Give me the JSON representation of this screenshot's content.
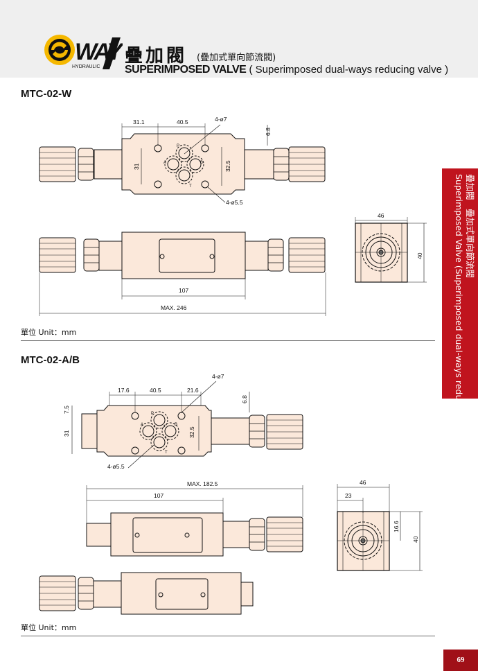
{
  "header": {
    "logo_text": "WAY",
    "logo_sub": "HYDRAULIC",
    "title_zh": "疊加閥",
    "subtitle_zh": "(疊加式單向節流閥)",
    "title_en_bold": "SUPERIMPOSED VALVE",
    "title_en_sub": "( Superimposed dual-ways reducing valve )"
  },
  "side_tab": {
    "line1": "疊加閥　疊加式單向節流閥",
    "line2": "Superimposed Valve (Superimposed dual-ways reducing valve)"
  },
  "section1": {
    "model": "MTC-02-W",
    "dims": {
      "d31_1": "31.1",
      "d40_5": "40.5",
      "hole7": "4-ø7",
      "d6_8": "6.8",
      "d31": "31",
      "d32_5": "32.5",
      "hole5_5": "4-ø5.5",
      "d107": "107",
      "max": "MAX. 246",
      "d46": "46",
      "d40": "40"
    },
    "ports": {
      "p": "P",
      "a": "A",
      "b": "B",
      "t": "T"
    },
    "unit": "單位 Unit：mm"
  },
  "section2": {
    "model": "MTC-02-A/B",
    "dims": {
      "d17_6": "17.6",
      "d40_5": "40.5",
      "d21_6": "21.6",
      "hole7": "4-ø7",
      "d6_8": "6.8",
      "d7_5": "7.5",
      "d31": "31",
      "d32_5": "32.5",
      "hole5_5": "4-ø5.5",
      "max": "MAX. 182.5",
      "d107": "107",
      "d46": "46",
      "d23": "23",
      "d16_6": "16.6",
      "d40": "40"
    },
    "ports": {
      "p": "P",
      "a": "A",
      "b": "B",
      "t": "T"
    },
    "unit": "單位 Unit：mm"
  },
  "page_number": "69",
  "colors": {
    "body_fill": "#fbe8da",
    "accent_red": "#c0141e",
    "logo_yellow": "#f5b800"
  }
}
